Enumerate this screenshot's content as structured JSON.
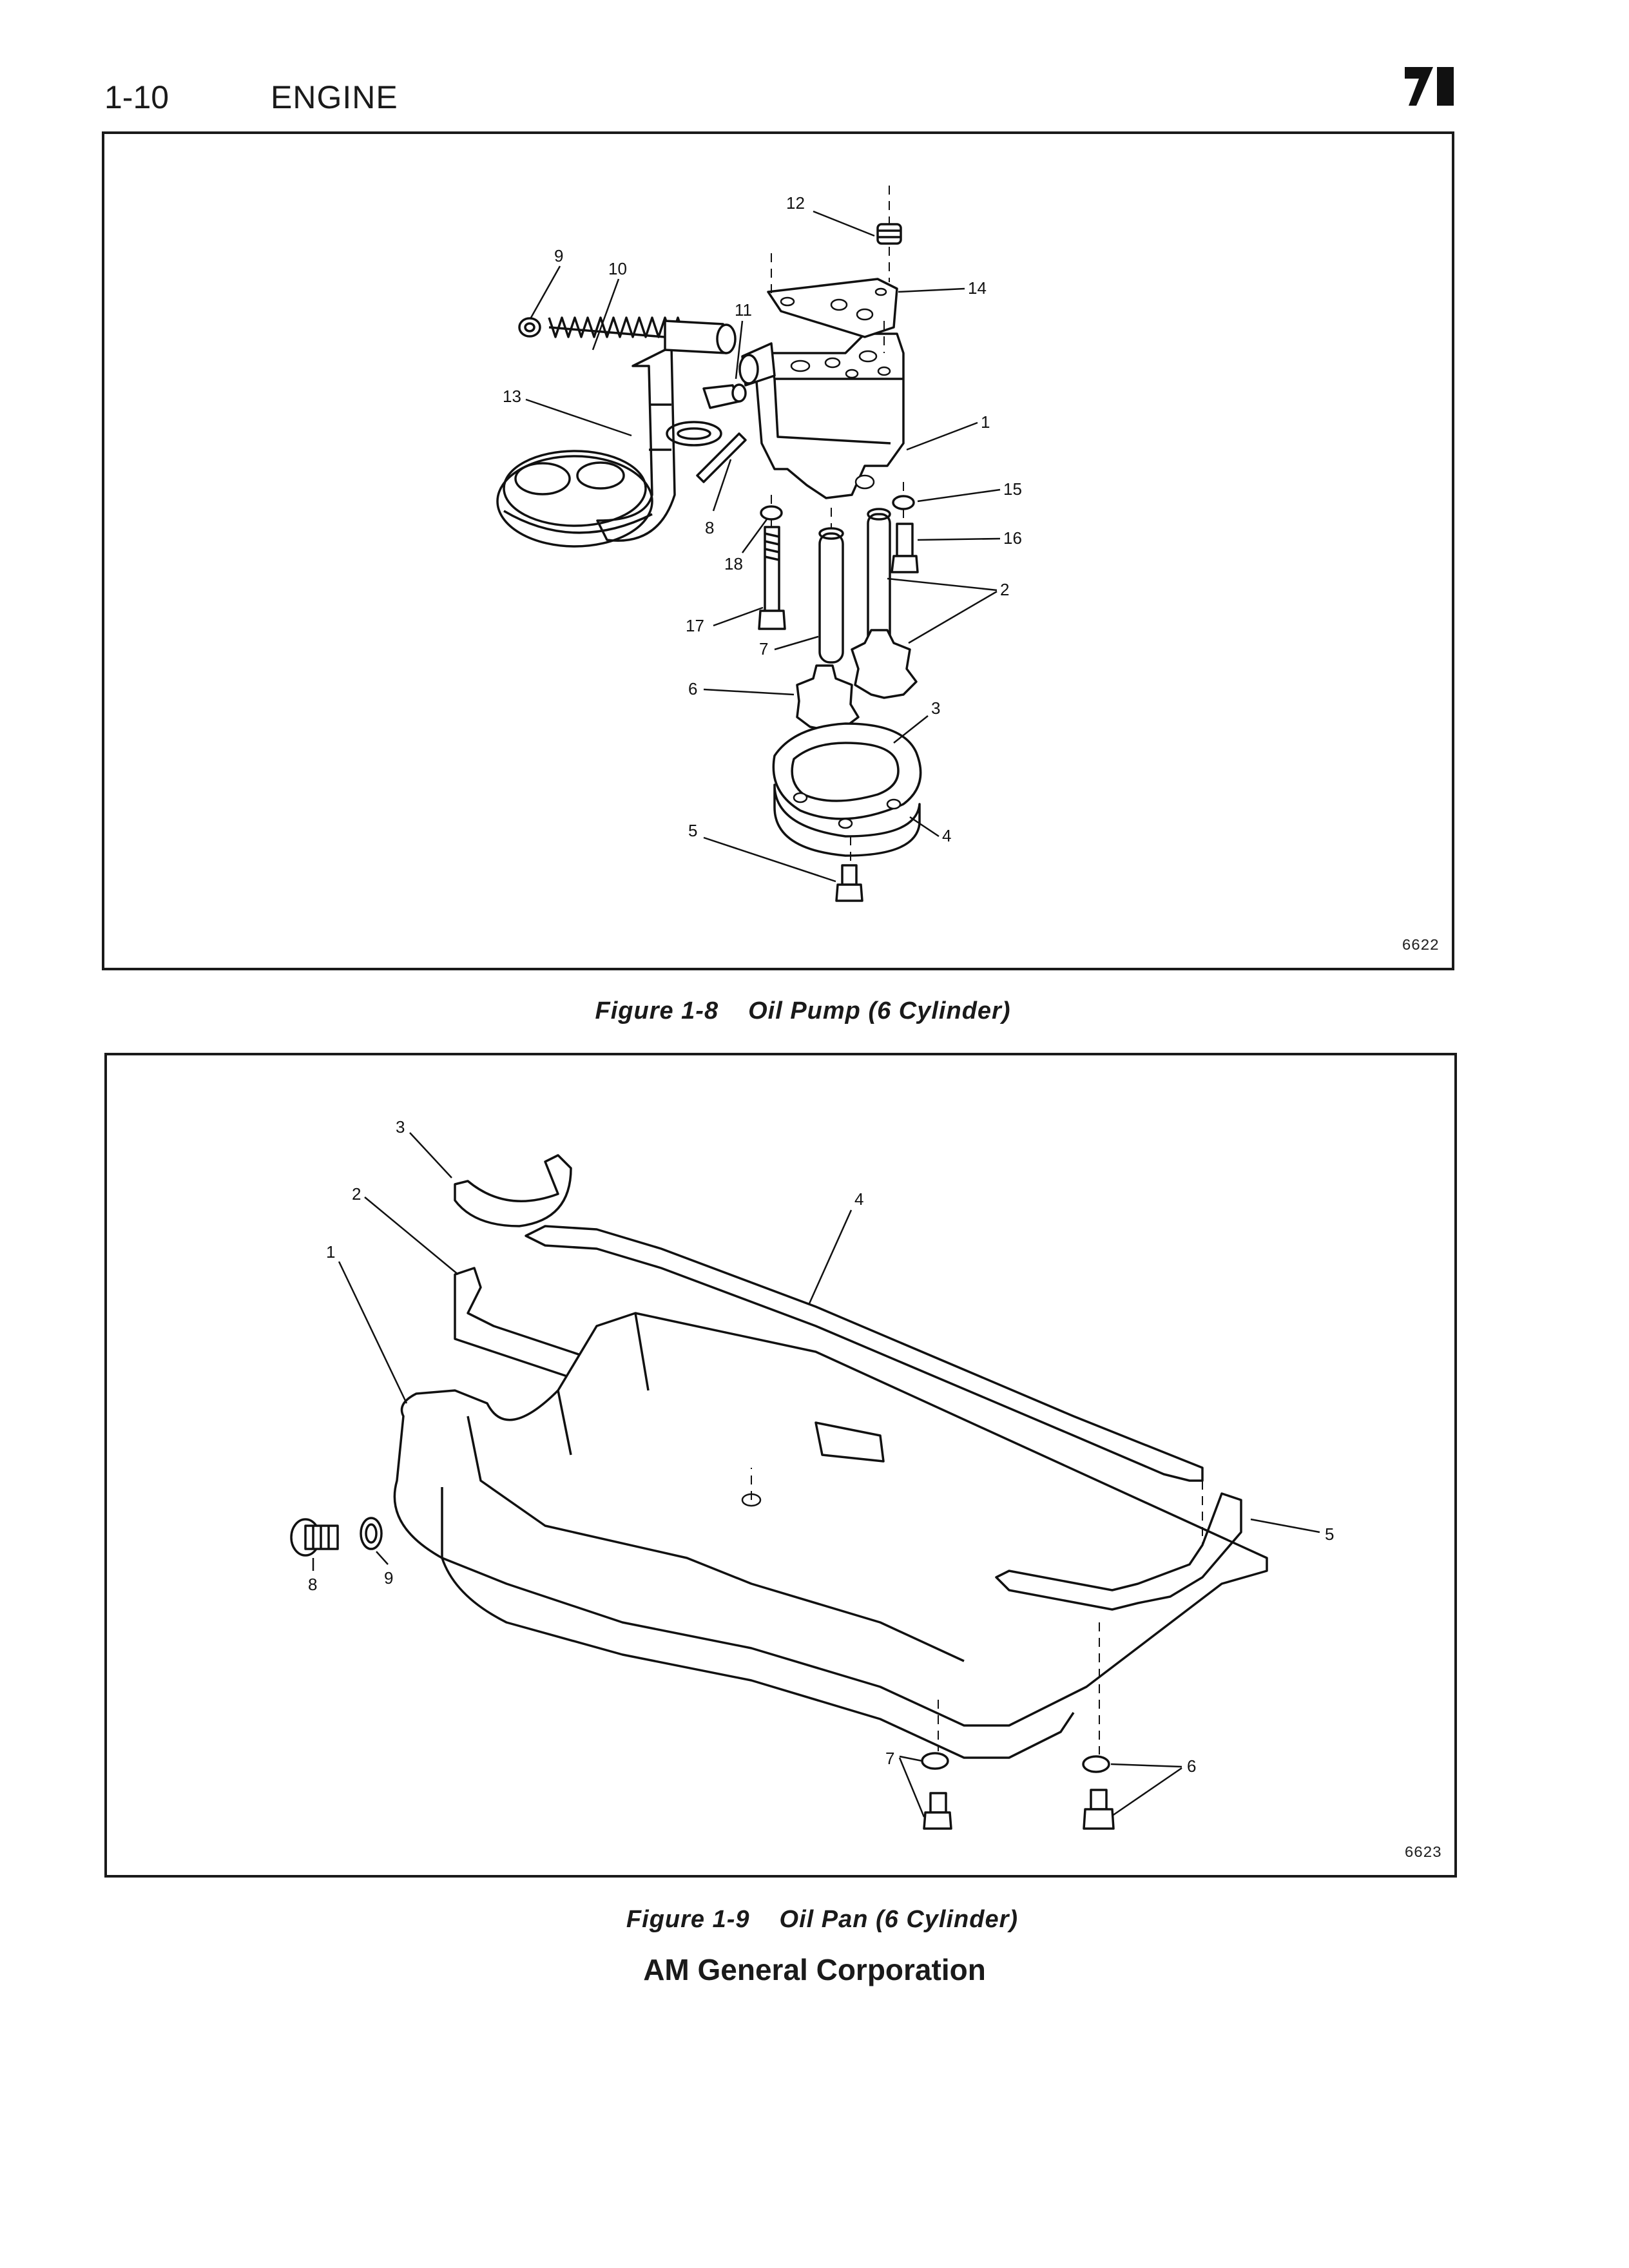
{
  "header": {
    "page_number": "1-10",
    "section": "ENGINE"
  },
  "figures": [
    {
      "id": "6622",
      "caption_number": "Figure 1-8",
      "caption_text": "Oil Pump (6 Cylinder)",
      "callouts": [
        "1",
        "2",
        "3",
        "4",
        "5",
        "6",
        "7",
        "8",
        "9",
        "10",
        "11",
        "12",
        "13",
        "14",
        "15",
        "16",
        "17",
        "18"
      ]
    },
    {
      "id": "6623",
      "caption_number": "Figure 1-9",
      "caption_text": "Oil Pan (6 Cylinder)",
      "callouts": [
        "1",
        "2",
        "3",
        "4",
        "5",
        "6",
        "7",
        "8",
        "9"
      ]
    }
  ],
  "footer": {
    "publisher": "AM General Corporation"
  }
}
